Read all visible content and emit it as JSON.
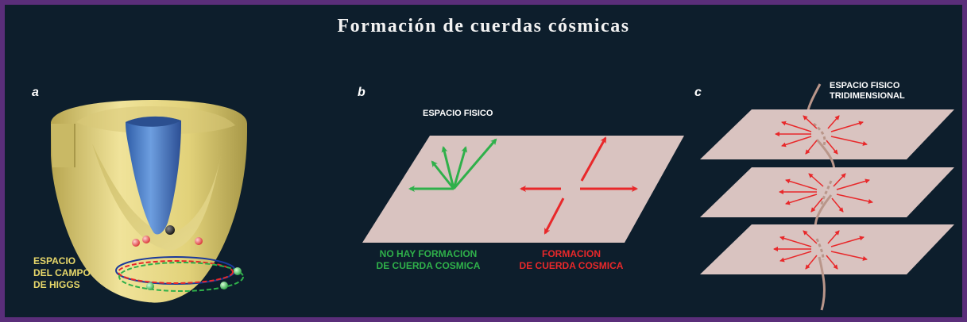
{
  "title": "Formación de cuerdas cósmicas",
  "panels": {
    "a": {
      "letter": "a",
      "label": [
        "ESPACIO",
        "DEL CAMPO",
        "DE HIGGS"
      ]
    },
    "b": {
      "letter": "b",
      "top_label": "ESPACIO FISICO",
      "left_caption": [
        "NO HAY FORMACION",
        "DE CUERDA COSMICA"
      ],
      "right_caption": [
        "FORMACION",
        "DE CUERDA COSMICA"
      ]
    },
    "c": {
      "letter": "c",
      "top_label": [
        "ESPACIO FISICO",
        "TRIDIMENSIONAL"
      ]
    }
  },
  "colors": {
    "background": "#0d1e2c",
    "border": "#5a2e7a",
    "green": "#2fb04a",
    "red": "#e8282a",
    "yellow": "#e8d86a",
    "plane": "#d9c3c0",
    "bowl_yellow": "#e6d98a",
    "bowl_blue": "#4d7fc4"
  }
}
